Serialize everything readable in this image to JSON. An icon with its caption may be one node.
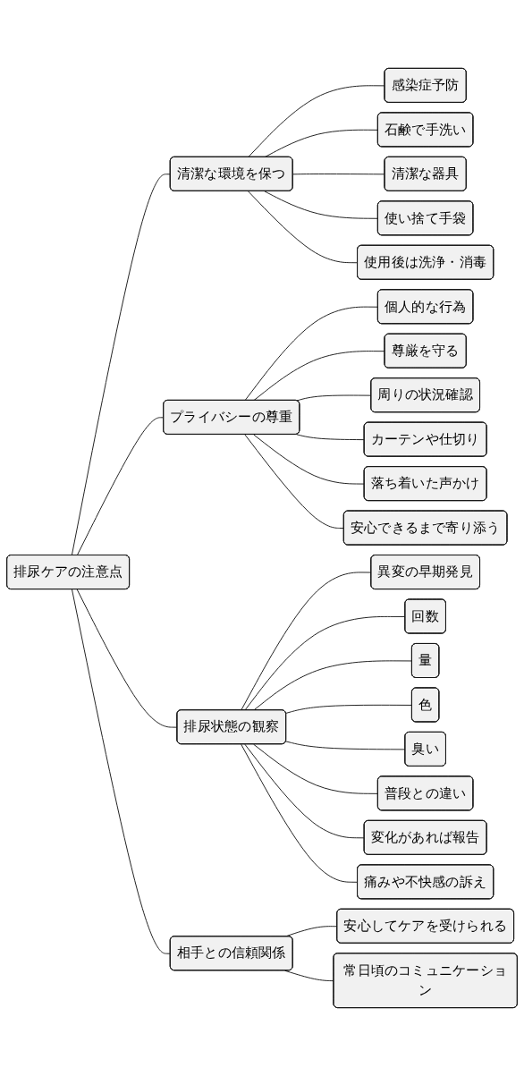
{
  "diagram": {
    "nodes": [
      {
        "text": [
          "排尿ケアの注意点"
        ]
      },
      {
        "text": [
          "清潔な環境を保つ"
        ]
      },
      {
        "text": [
          "感染症予防"
        ]
      },
      {
        "text": [
          "石鹸で手洗い"
        ]
      },
      {
        "text": [
          "清潔な器具"
        ]
      },
      {
        "text": [
          "使い捨て手袋"
        ]
      },
      {
        "text": [
          "使用後は洗浄・消毒"
        ]
      },
      {
        "text": [
          "プライバシーの尊重"
        ]
      },
      {
        "text": [
          "個人的な行為"
        ]
      },
      {
        "text": [
          "尊厳を守る"
        ]
      },
      {
        "text": [
          "周りの状況確認"
        ]
      },
      {
        "text": [
          "カーテンや仕切り"
        ]
      },
      {
        "text": [
          "落ち着いた声かけ"
        ]
      },
      {
        "text": [
          "安心できるまで寄り添う"
        ]
      },
      {
        "text": [
          "排尿状態の観察"
        ]
      },
      {
        "text": [
          "異変の早期発見"
        ]
      },
      {
        "text": [
          "回数"
        ]
      },
      {
        "text": [
          "量"
        ]
      },
      {
        "text": [
          "色"
        ]
      },
      {
        "text": [
          "臭い"
        ]
      },
      {
        "text": [
          "普段との違い"
        ]
      },
      {
        "text": [
          "変化があれば報告"
        ]
      },
      {
        "text": [
          "痛みや不快感の訴え"
        ]
      },
      {
        "text": [
          "相手との信頼関係"
        ]
      },
      {
        "text": [
          "安心してケアを受けられる"
        ]
      },
      {
        "text": [
          "常日頃のコミュニケーション"
        ]
      }
    ],
    "edges": [
      {
        "from": 0,
        "to": 1,
        "arrow": "none"
      },
      {
        "from": 1,
        "to": 2,
        "arrow": "none"
      },
      {
        "from": 1,
        "to": 3,
        "arrow": "none"
      },
      {
        "from": 1,
        "to": 4,
        "arrow": "none"
      },
      {
        "from": 1,
        "to": 5,
        "arrow": "none"
      },
      {
        "from": 1,
        "to": 6,
        "arrow": "none"
      },
      {
        "from": 0,
        "to": 7,
        "arrow": "none"
      },
      {
        "from": 7,
        "to": 8,
        "arrow": "none"
      },
      {
        "from": 7,
        "to": 9,
        "arrow": "none"
      },
      {
        "from": 7,
        "to": 10,
        "arrow": "none"
      },
      {
        "from": 7,
        "to": 11,
        "arrow": "none"
      },
      {
        "from": 7,
        "to": 12,
        "arrow": "none"
      },
      {
        "from": 7,
        "to": 13,
        "arrow": "none"
      },
      {
        "from": 0,
        "to": 14,
        "arrow": "none"
      },
      {
        "from": 14,
        "to": 15,
        "arrow": "none"
      },
      {
        "from": 14,
        "to": 16,
        "arrow": "none"
      },
      {
        "from": 14,
        "to": 17,
        "arrow": "none"
      },
      {
        "from": 14,
        "to": 18,
        "arrow": "none"
      },
      {
        "from": 14,
        "to": 19,
        "arrow": "none"
      },
      {
        "from": 14,
        "to": 20,
        "arrow": "none"
      },
      {
        "from": 14,
        "to": 21,
        "arrow": "none"
      },
      {
        "from": 14,
        "to": 22,
        "arrow": "none"
      },
      {
        "from": 0,
        "to": 23,
        "arrow": "none"
      },
      {
        "from": 23,
        "to": 24,
        "arrow": "none"
      },
      {
        "from": 23,
        "to": 25,
        "arrow": "none"
      }
    ]
  }
}
